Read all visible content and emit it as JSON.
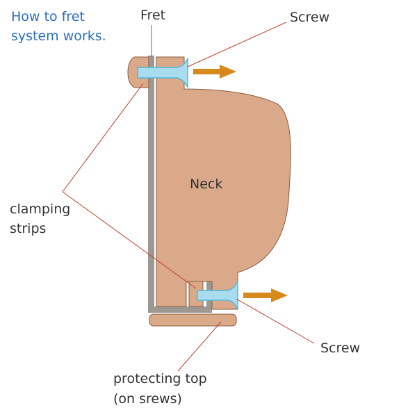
{
  "title": {
    "line1": "How to fret",
    "line2": "system works."
  },
  "labels": {
    "fret": "Fret",
    "screw_top": "Screw",
    "neck": "Neck",
    "clamping_line1": "clamping",
    "clamping_line2": "strips",
    "screw_bottom": "Screw",
    "protecting_line1": "protecting top",
    "protecting_line2": "(on srews)"
  },
  "colors": {
    "title": "#2a6fc0",
    "wood": "#d9a98a",
    "wood_edge": "#8a5a40",
    "fret": "#9e9893",
    "screw": "#a8dcee",
    "screw_edge": "#4fb8dc",
    "arrow": "#d68a1c",
    "leader": "#c0402a"
  }
}
